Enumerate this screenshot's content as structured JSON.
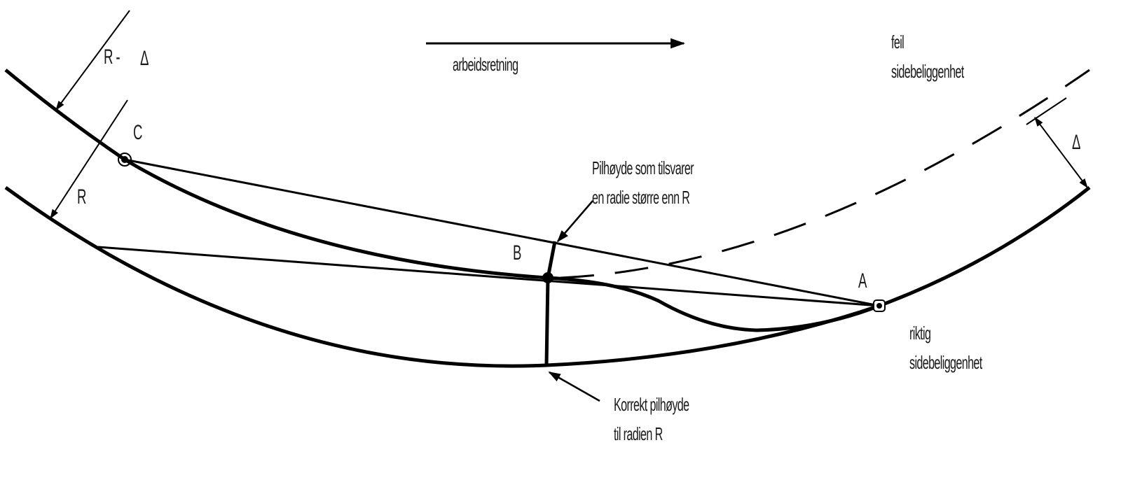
{
  "diagram": {
    "labels": {
      "r_minus_delta": "R -",
      "delta_left": "Δ",
      "r": "R",
      "point_c": "C",
      "point_b": "B",
      "point_a": "A",
      "delta_right": "Δ",
      "direction": "arbeidsretning",
      "wrong_line1": "feil",
      "wrong_line2": "sidebeliggenhet",
      "correct_line1": "riktig",
      "correct_line2": "sidebeliggenhet",
      "arrow_height_larger_line1": "Pilhøyde som tilsvarer",
      "arrow_height_larger_line2": "en radie større enn R",
      "correct_arrow_height_line1": "Korrekt pilhøyde",
      "correct_arrow_height_line2": "til radien R"
    },
    "colors": {
      "stroke": "#000000",
      "text": "#1a1a1a",
      "background": "#ffffff"
    }
  }
}
